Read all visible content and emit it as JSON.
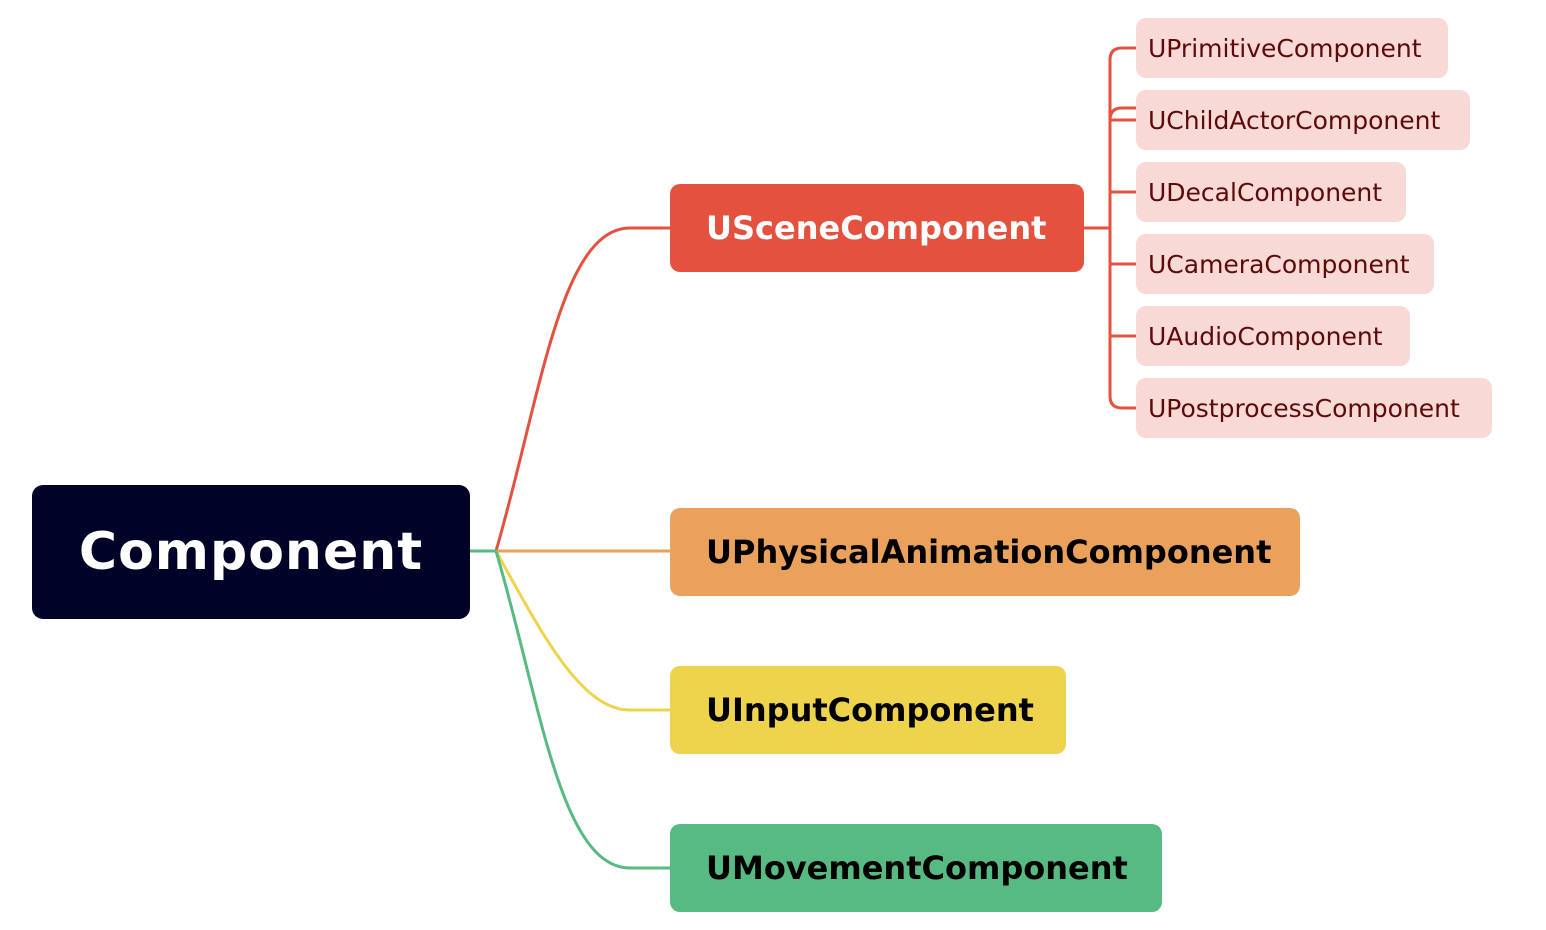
{
  "colors": {
    "root_bg": "#000327",
    "scene": "#e4513f",
    "physical": "#e9a15c",
    "input": "#edd44c",
    "movement": "#56ba82",
    "leaf_bg": "#f8d9d6",
    "leaf_text": "#5c0a0a"
  },
  "root": {
    "label": "Component"
  },
  "branches": {
    "scene": {
      "label": "USceneComponent",
      "children": [
        "UPrimitiveComponent",
        "UChildActorComponent",
        "UDecalComponent",
        "UCameraComponent",
        "UAudioComponent",
        "UPostprocessComponent"
      ]
    },
    "physical": {
      "label": "UPhysicalAnimationComponent"
    },
    "input": {
      "label": "UInputComponent"
    },
    "movement": {
      "label": "UMovementComponent"
    }
  }
}
